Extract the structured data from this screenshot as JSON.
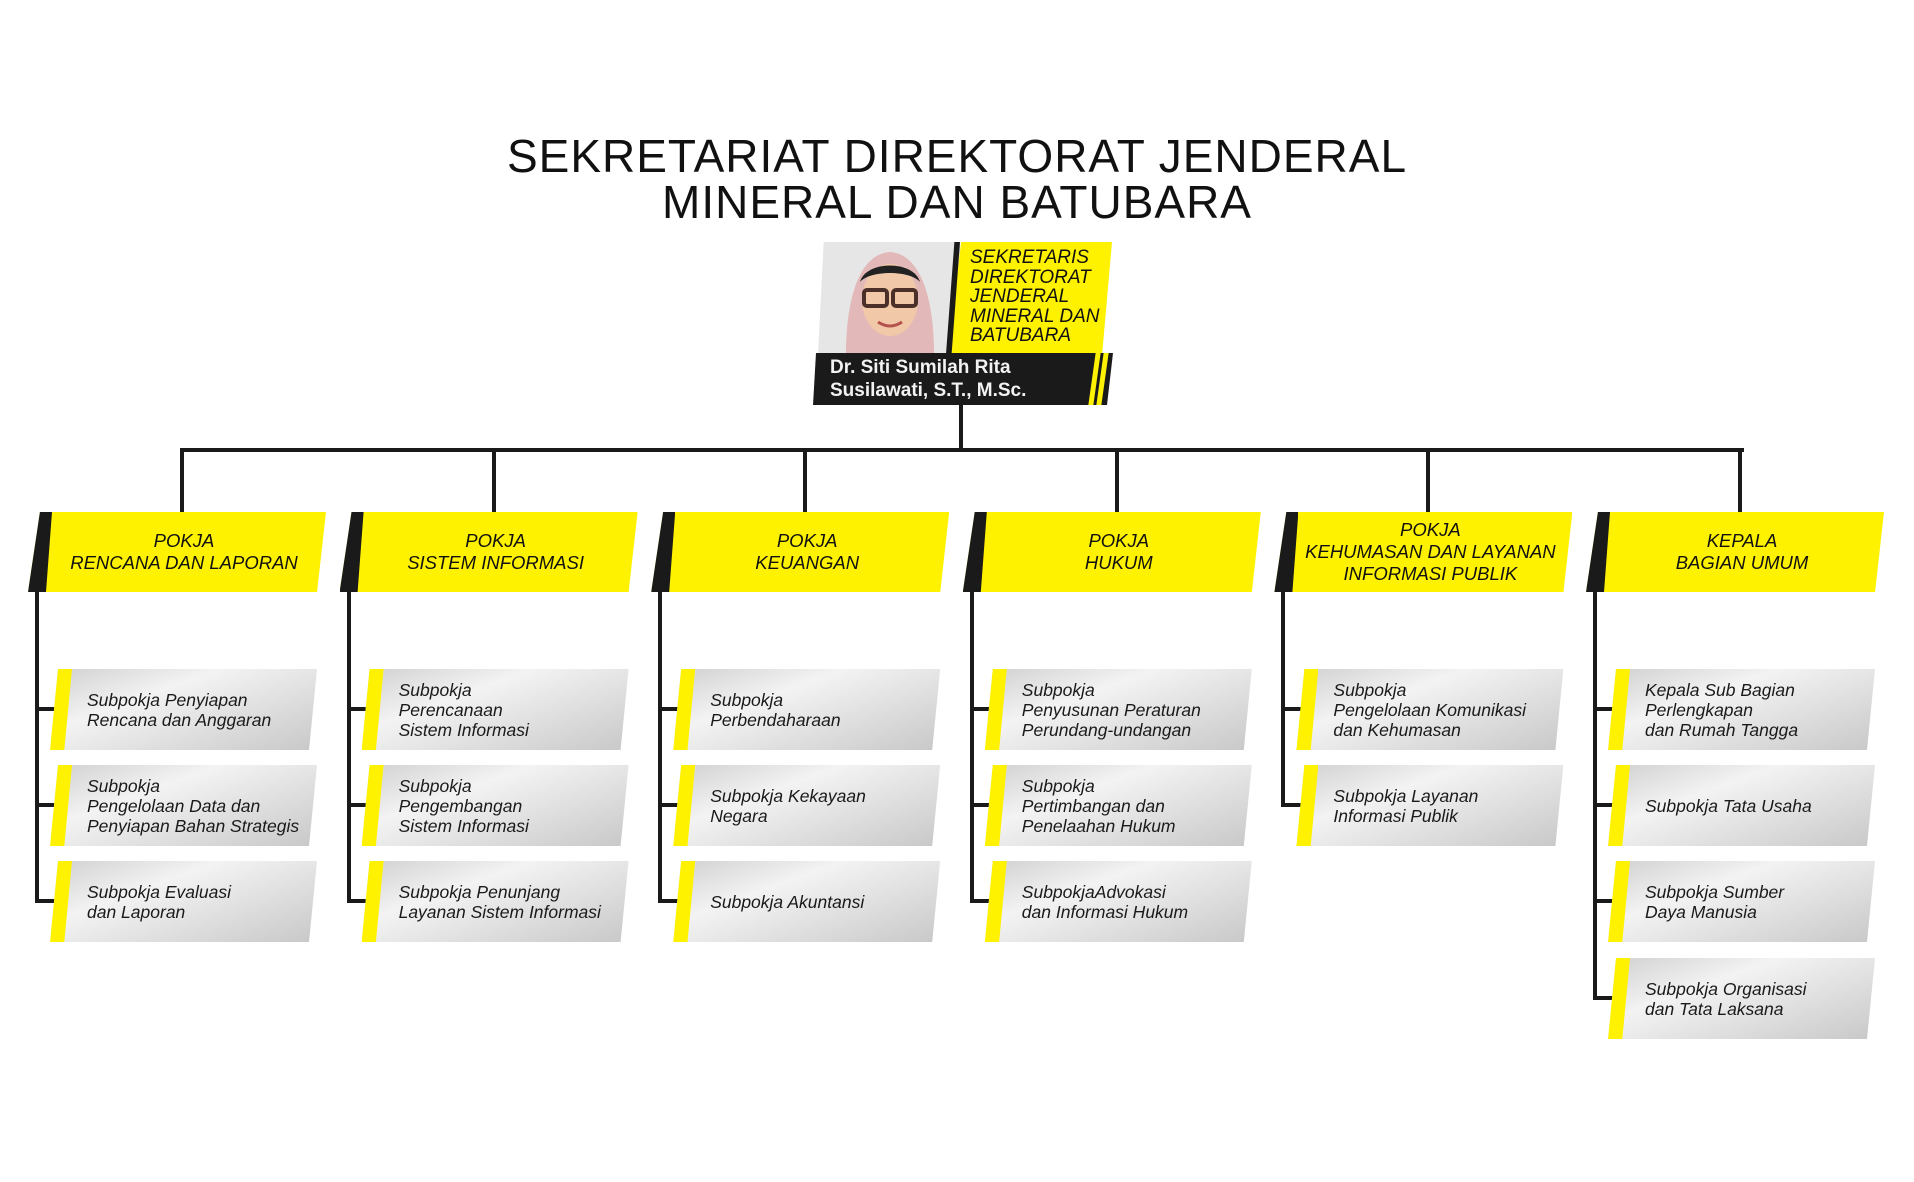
{
  "title": {
    "line1": "SEKRETARIAT DIREKTORAT JENDERAL",
    "line2": "MINERAL DAN BATUBARA"
  },
  "head": {
    "role": "SEKRETARIS\nDIREKTORAT\nJENDERAL\nMINERAL DAN\nBATUBARA",
    "name": "Dr. Siti Sumilah Rita\nSusilawati, S.T., M.Sc."
  },
  "colors": {
    "accent": "#fff200",
    "dark": "#1a1a1a",
    "card": "#d9d9d9"
  },
  "units": [
    {
      "label": "POKJA\nRENCANA DAN LAPORAN",
      "subs": [
        "Subpokja Penyiapan\nRencana dan Anggaran",
        "Subpokja\nPengelolaan Data dan\nPenyiapan Bahan Strategis",
        "Subpokja Evaluasi\ndan Laporan"
      ]
    },
    {
      "label": "POKJA\nSISTEM INFORMASI",
      "subs": [
        "Subpokja\nPerencanaan\nSistem Informasi",
        "Subpokja\nPengembangan\nSistem Informasi",
        "Subpokja Penunjang\nLayanan Sistem Informasi"
      ]
    },
    {
      "label": "POKJA\nKEUANGAN",
      "subs": [
        "Subpokja\nPerbendaharaan",
        "Subpokja Kekayaan\nNegara",
        "Subpokja Akuntansi"
      ]
    },
    {
      "label": "POKJA\nHUKUM",
      "subs": [
        "Subpokja\nPenyusunan Peraturan\nPerundang-undangan",
        "Subpokja\nPertimbangan dan\nPenelaahan Hukum",
        "SubpokjaAdvokasi\ndan Informasi Hukum"
      ]
    },
    {
      "label": "POKJA\nKEHUMASAN DAN LAYANAN\nINFORMASI PUBLIK",
      "subs": [
        "Subpokja\nPengelolaan Komunikasi\ndan Kehumasan",
        "Subpokja  Layanan\nInformasi Publik"
      ]
    },
    {
      "label": "KEPALA\nBAGIAN UMUM",
      "subs": [
        "Kepala Sub Bagian\nPerlengkapan\ndan Rumah Tangga",
        "Subpokja Tata Usaha",
        "Subpokja Sumber\nDaya Manusia",
        "Subpokja Organisasi\ndan Tata Laksana"
      ]
    }
  ]
}
